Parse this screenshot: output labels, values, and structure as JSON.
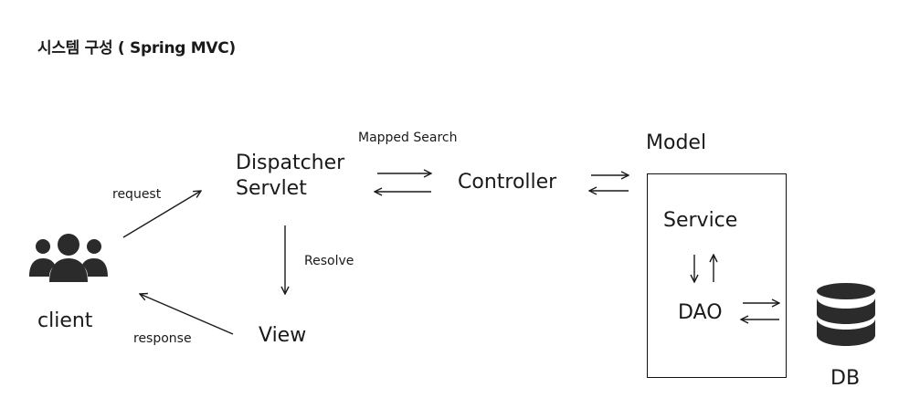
{
  "title": "시스템 구성 ( Spring MVC)",
  "nodes": {
    "client": "client",
    "dispatcher_line1": "Dispatcher",
    "dispatcher_line2": "Servlet",
    "controller": "Controller",
    "model": "Model",
    "service": "Service",
    "dao": "DAO",
    "view": "View",
    "db": "DB"
  },
  "edges": {
    "request": "request",
    "response": "response",
    "mapped_search": "Mapped Search",
    "resolve": "Resolve"
  },
  "icons": {
    "client": "users-icon",
    "db": "database-icon"
  },
  "colors": {
    "ink": "#1a1a1a",
    "icon": "#2b2b2b"
  }
}
